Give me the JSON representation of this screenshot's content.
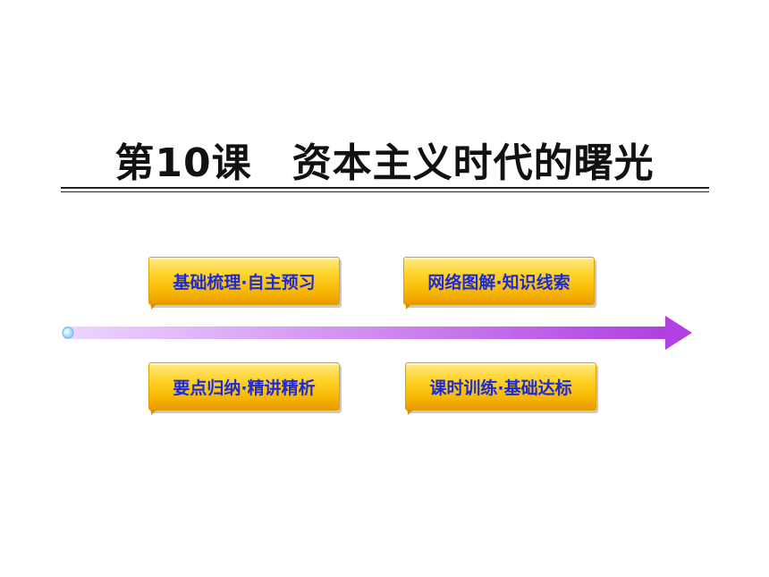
{
  "slide": {
    "title": "第10课　资本主义时代的曙光"
  },
  "buttons": [
    {
      "label": "基础梳理·自主预习"
    },
    {
      "label": "网络图解·知识线索"
    },
    {
      "label": "要点归纳·精讲精析"
    },
    {
      "label": "课时训练·基础达标"
    }
  ],
  "colors": {
    "button_text": "#1c2bd6",
    "button_fill": "#ffd42a",
    "arrow": "#b340e0"
  }
}
